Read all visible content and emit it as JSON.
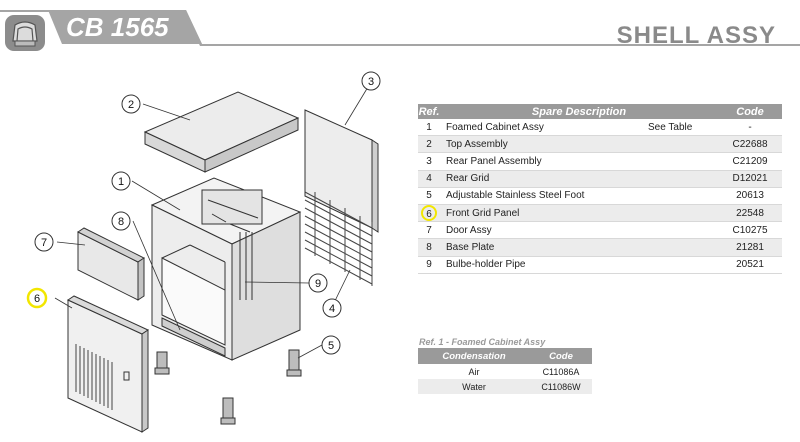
{
  "header": {
    "model": "CB 1565",
    "section": "SHELL ASSY"
  },
  "colors": {
    "header_gray": "#a5a5a5",
    "table_header": "#9a9a9a",
    "highlight": "#f2e600"
  },
  "parts_table": {
    "columns": [
      "Ref.",
      "Spare Description",
      "Code"
    ],
    "rows": [
      {
        "ref": "1",
        "desc": "Foamed Cabinet Assy",
        "note": "See Table",
        "code": "-"
      },
      {
        "ref": "2",
        "desc": "Top Assembly",
        "note": "",
        "code": "C22688"
      },
      {
        "ref": "3",
        "desc": "Rear Panel Assembly",
        "note": "",
        "code": "C21209"
      },
      {
        "ref": "4",
        "desc": "Rear Grid",
        "note": "",
        "code": "D12021"
      },
      {
        "ref": "5",
        "desc": "Adjustable Stainless Steel Foot",
        "note": "",
        "code": "20613"
      },
      {
        "ref": "6",
        "desc": "Front Grid Panel",
        "note": "",
        "code": "22548"
      },
      {
        "ref": "7",
        "desc": "Door Assy",
        "note": "",
        "code": "C10275"
      },
      {
        "ref": "8",
        "desc": "Base Plate",
        "note": "",
        "code": "21281"
      },
      {
        "ref": "9",
        "desc": "Bulbe-holder Pipe",
        "note": "",
        "code": "20521"
      }
    ]
  },
  "sub_table": {
    "caption": "Ref. 1 - Foamed Cabinet Assy",
    "columns": [
      "Condensation",
      "Code"
    ],
    "rows": [
      {
        "condensation": "Air",
        "code": "C11086A"
      },
      {
        "condensation": "Water",
        "code": "C11086W"
      }
    ]
  },
  "callouts": [
    "1",
    "2",
    "3",
    "4",
    "5",
    "6",
    "7",
    "8",
    "9"
  ]
}
